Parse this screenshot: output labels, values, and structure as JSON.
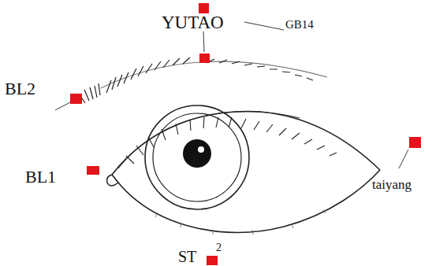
{
  "diagram": {
    "labels": [
      "YUTAO",
      "GB14",
      "BL2",
      "BL1",
      "taiyang",
      "ST",
      "2"
    ]
  }
}
